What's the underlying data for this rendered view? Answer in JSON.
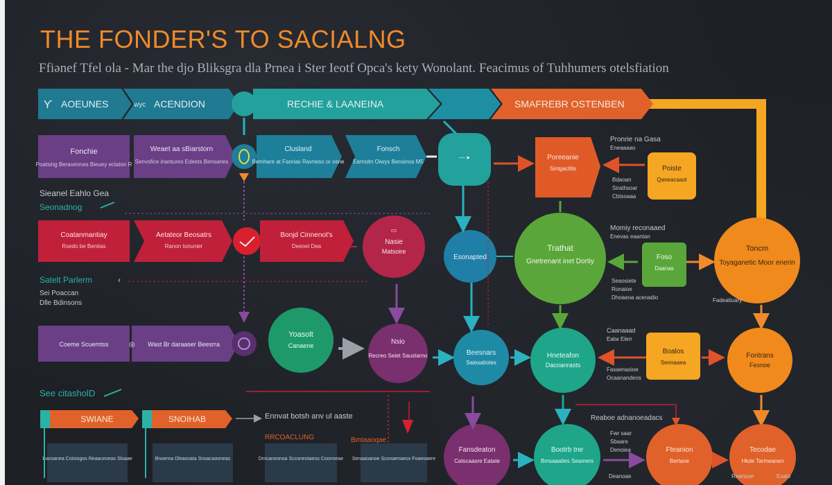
{
  "title": "THE FONDER'S TO SACIALNG",
  "subtitle": "Ffiənef Tfel ola - Mar the djo Bliksgra dla Prnea i Ster Ieotf Opca's kety Wonolant. Feacimus of Tuhhumers otelsfiation",
  "bands": [
    {
      "label": "AOEUNES",
      "color": "#1f7a92"
    },
    {
      "label": "ACENDION",
      "prefix": "wyc",
      "color": "#1f7a92"
    },
    {
      "label": "RECHIE & LAANEINA",
      "color": "#23a19c"
    },
    {
      "label": "SMAFREBR OSTENBEN",
      "color": "#e0622a"
    }
  ],
  "rows": {
    "row1": [
      {
        "text": "Fonchie",
        "sub": "Poatsing Beravennes  Bieuey eclaton R",
        "color": "#6a3f85"
      },
      {
        "text": "Weaet aa sBiarstorn",
        "sub": "Senvsfice inantures  Edeets Bensanes",
        "color": "#6a3f85"
      },
      {
        "text": "Clusland",
        "sub": "Bemhare at Faorias  Ravneso or osne",
        "color": "#1e7f9a"
      },
      {
        "text": "Fonsch",
        "sub": "Earnsitn Oiwys  Bensinos M5",
        "color": "#1e7f9a"
      }
    ],
    "row2": [
      {
        "text": "Coatanmantiay",
        "sub": "Rsedo be Benitas",
        "color": "#c0203a"
      },
      {
        "text": "Aetateor Beosatrs",
        "sub": "Ranon tonunier",
        "color": "#c0203a"
      },
      {
        "text": "Bonjd Cinnenot's",
        "sub": "Deeoel Dea",
        "color": "#c0203a"
      }
    ],
    "row3": [
      {
        "text": "Coeme Scuemtss",
        "color": "#6a3f85"
      },
      {
        "text": "Wast Br daraaser Beesrra",
        "color": "#6a3f85"
      }
    ]
  },
  "side_labels": [
    {
      "text": "Sieanel Eahlo Gea",
      "color": "#c8ccd2"
    },
    {
      "text": "Seonadnog",
      "color": "#2bb2a8"
    },
    {
      "text": "Satelt Parlerm",
      "color": "#2bb2a8"
    },
    {
      "text": "Sei Poaccan",
      "color": "#c8ccd2"
    },
    {
      "text": "Dlle Bdinsons",
      "color": "#c8ccd2"
    },
    {
      "text": "See citasholD",
      "color": "#2bb2a8"
    }
  ],
  "circles": [
    {
      "text": "Nasie",
      "sub": "Matsoire",
      "color": "#b3264a"
    },
    {
      "text": "Esonapted",
      "color": "#1f7fa6"
    },
    {
      "text": "Trathat",
      "sub": "Gnetrenant inet  Dortiy",
      "color": "#5aa63a"
    },
    {
      "text": "Toncm",
      "sub": "Toyaganetic  Moor enerin",
      "color": "#f08a1c"
    },
    {
      "text": "Yoasolt",
      "sub": "Canaene",
      "color": "#1e9a6a"
    },
    {
      "text": "Nsio",
      "sub": "Recreo  Seiet  Saustarno",
      "color": "#7a2f6e"
    },
    {
      "text": "Beesnars",
      "sub": "Saiesatiotes",
      "color": "#1f8aa6"
    },
    {
      "text": "Hneteafon",
      "sub": "Dacoanrasts",
      "color": "#1ea58a"
    },
    {
      "text": "Fontrans",
      "sub": "Fesnoe",
      "color": "#f08a1c"
    },
    {
      "text": "Fansdeaton",
      "sub": "Catscaasre  Eatate",
      "color": "#7a2f6e"
    },
    {
      "text": "Bootrb tne",
      "sub": "Bmsaaaties  Seamers",
      "color": "#1ea58a"
    },
    {
      "text": "Fteanion",
      "sub": "Bertane",
      "color": "#e0622a"
    },
    {
      "text": "Tecodae",
      "sub": "Hkde  Tarmeanen",
      "color": "#e0622a"
    }
  ],
  "small_boxes": [
    {
      "text": "Poreeanie",
      "sub": "Sintgaclitis",
      "color": "#e05a28"
    },
    {
      "text": "Poiste",
      "sub": "Qaneacaaol",
      "color": "#f5a623"
    },
    {
      "text": "Foso",
      "sub": "Daanas",
      "color": "#5aa63a"
    },
    {
      "text": "Boalos",
      "sub": "Sennaaea",
      "color": "#f5a623"
    }
  ],
  "annotations": [
    "Pronrie na Gasa",
    "Eneaaaao",
    "Bdaoan",
    "Sirathsoar",
    "Cbtsoaaa",
    "Momiy reconaaed",
    "Enevas eaantan",
    "Seaosiete",
    "Ronaioe",
    "Dhoaeoa acenadio",
    "Fadeatiuary",
    "Caanaaad",
    "Eatw Elerr",
    "Fasaenasioe",
    "Ocaanandeos",
    "Reaboe adnanoeadacs",
    "Fwr saar",
    "Sbaare",
    "Denoiea",
    "Deanoae",
    "Reantuer",
    "Esalo"
  ],
  "bottom": {
    "tags": [
      {
        "text": "SWIANE",
        "color": "#e0622a"
      },
      {
        "text": "SNOIHAB",
        "color": "#e0622a"
      }
    ],
    "heading": "Ennvat botsh  anv ul aaste",
    "heading_sub": "RRCOACLUNG",
    "heading2": "Bmtaaoqae",
    "cards": [
      {
        "text": "Bansanea  Cotsiogos  Reaaceoeas  Sloaae"
      },
      {
        "text": "Bnoerea  Dleaosata  Snoacaooneas"
      },
      {
        "text": "Dmcaneonoa  Scconeotaeos  Coonneae"
      },
      {
        "text": "Senaaoanoe  Sconaenaeos  Foaeoaere"
      }
    ]
  }
}
